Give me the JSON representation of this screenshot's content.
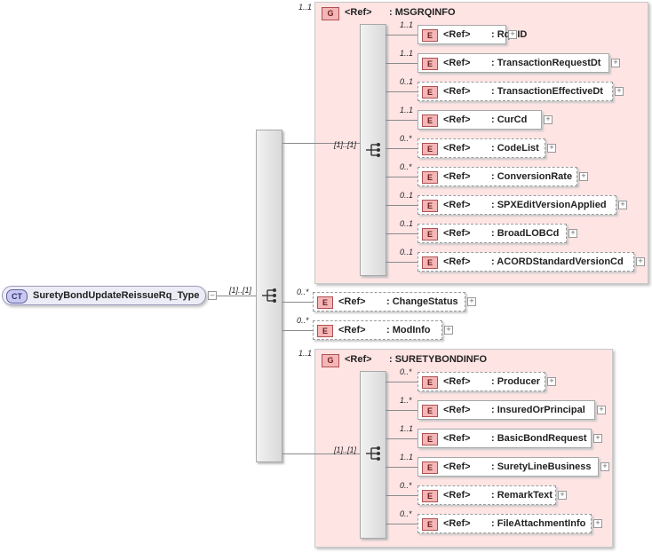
{
  "root": {
    "tag": "CT",
    "name": "SuretyBondUpdateReissueRq_Type",
    "cardinality": "[1]..[1]"
  },
  "groups": [
    {
      "tag": "G",
      "ref": "<Ref>",
      "name": ": MSGRQINFO",
      "card": "1..1",
      "seq_card": "[1]..[1]",
      "elements": [
        {
          "card": "1..1",
          "name": ": RqUID",
          "optional": false
        },
        {
          "card": "1..1",
          "name": ": TransactionRequestDt",
          "optional": false
        },
        {
          "card": "0..1",
          "name": ": TransactionEffectiveDt",
          "optional": true
        },
        {
          "card": "1..1",
          "name": ": CurCd",
          "optional": false
        },
        {
          "card": "0..*",
          "name": ": CodeList",
          "optional": true
        },
        {
          "card": "0..*",
          "name": ": ConversionRate",
          "optional": true
        },
        {
          "card": "0..1",
          "name": ": SPXEditVersionApplied",
          "optional": true
        },
        {
          "card": "0..1",
          "name": ": BroadLOBCd",
          "optional": true
        },
        {
          "card": "0..1",
          "name": ": ACORDStandardVersionCd",
          "optional": true
        }
      ]
    },
    {
      "tag": "G",
      "ref": "<Ref>",
      "name": ": SURETYBONDINFO",
      "card": "1..1",
      "seq_card": "[1]..[1]",
      "elements": [
        {
          "card": "0..*",
          "name": ": Producer",
          "optional": true
        },
        {
          "card": "1..*",
          "name": ": InsuredOrPrincipal",
          "optional": false
        },
        {
          "card": "1..1",
          "name": ": BasicBondRequest",
          "optional": false
        },
        {
          "card": "1..1",
          "name": ": SuretyLineBusiness",
          "optional": false
        },
        {
          "card": "0..*",
          "name": ": RemarkText",
          "optional": true
        },
        {
          "card": "0..*",
          "name": ": FileAttachmentInfo",
          "optional": true
        }
      ]
    }
  ],
  "direct": [
    {
      "card": "0..*",
      "name": ": ChangeStatus",
      "optional": true
    },
    {
      "card": "0..*",
      "name": ": ModInfo",
      "optional": true
    }
  ],
  "labels": {
    "element_tag": "E",
    "ref": "<Ref>",
    "expand": "+"
  }
}
